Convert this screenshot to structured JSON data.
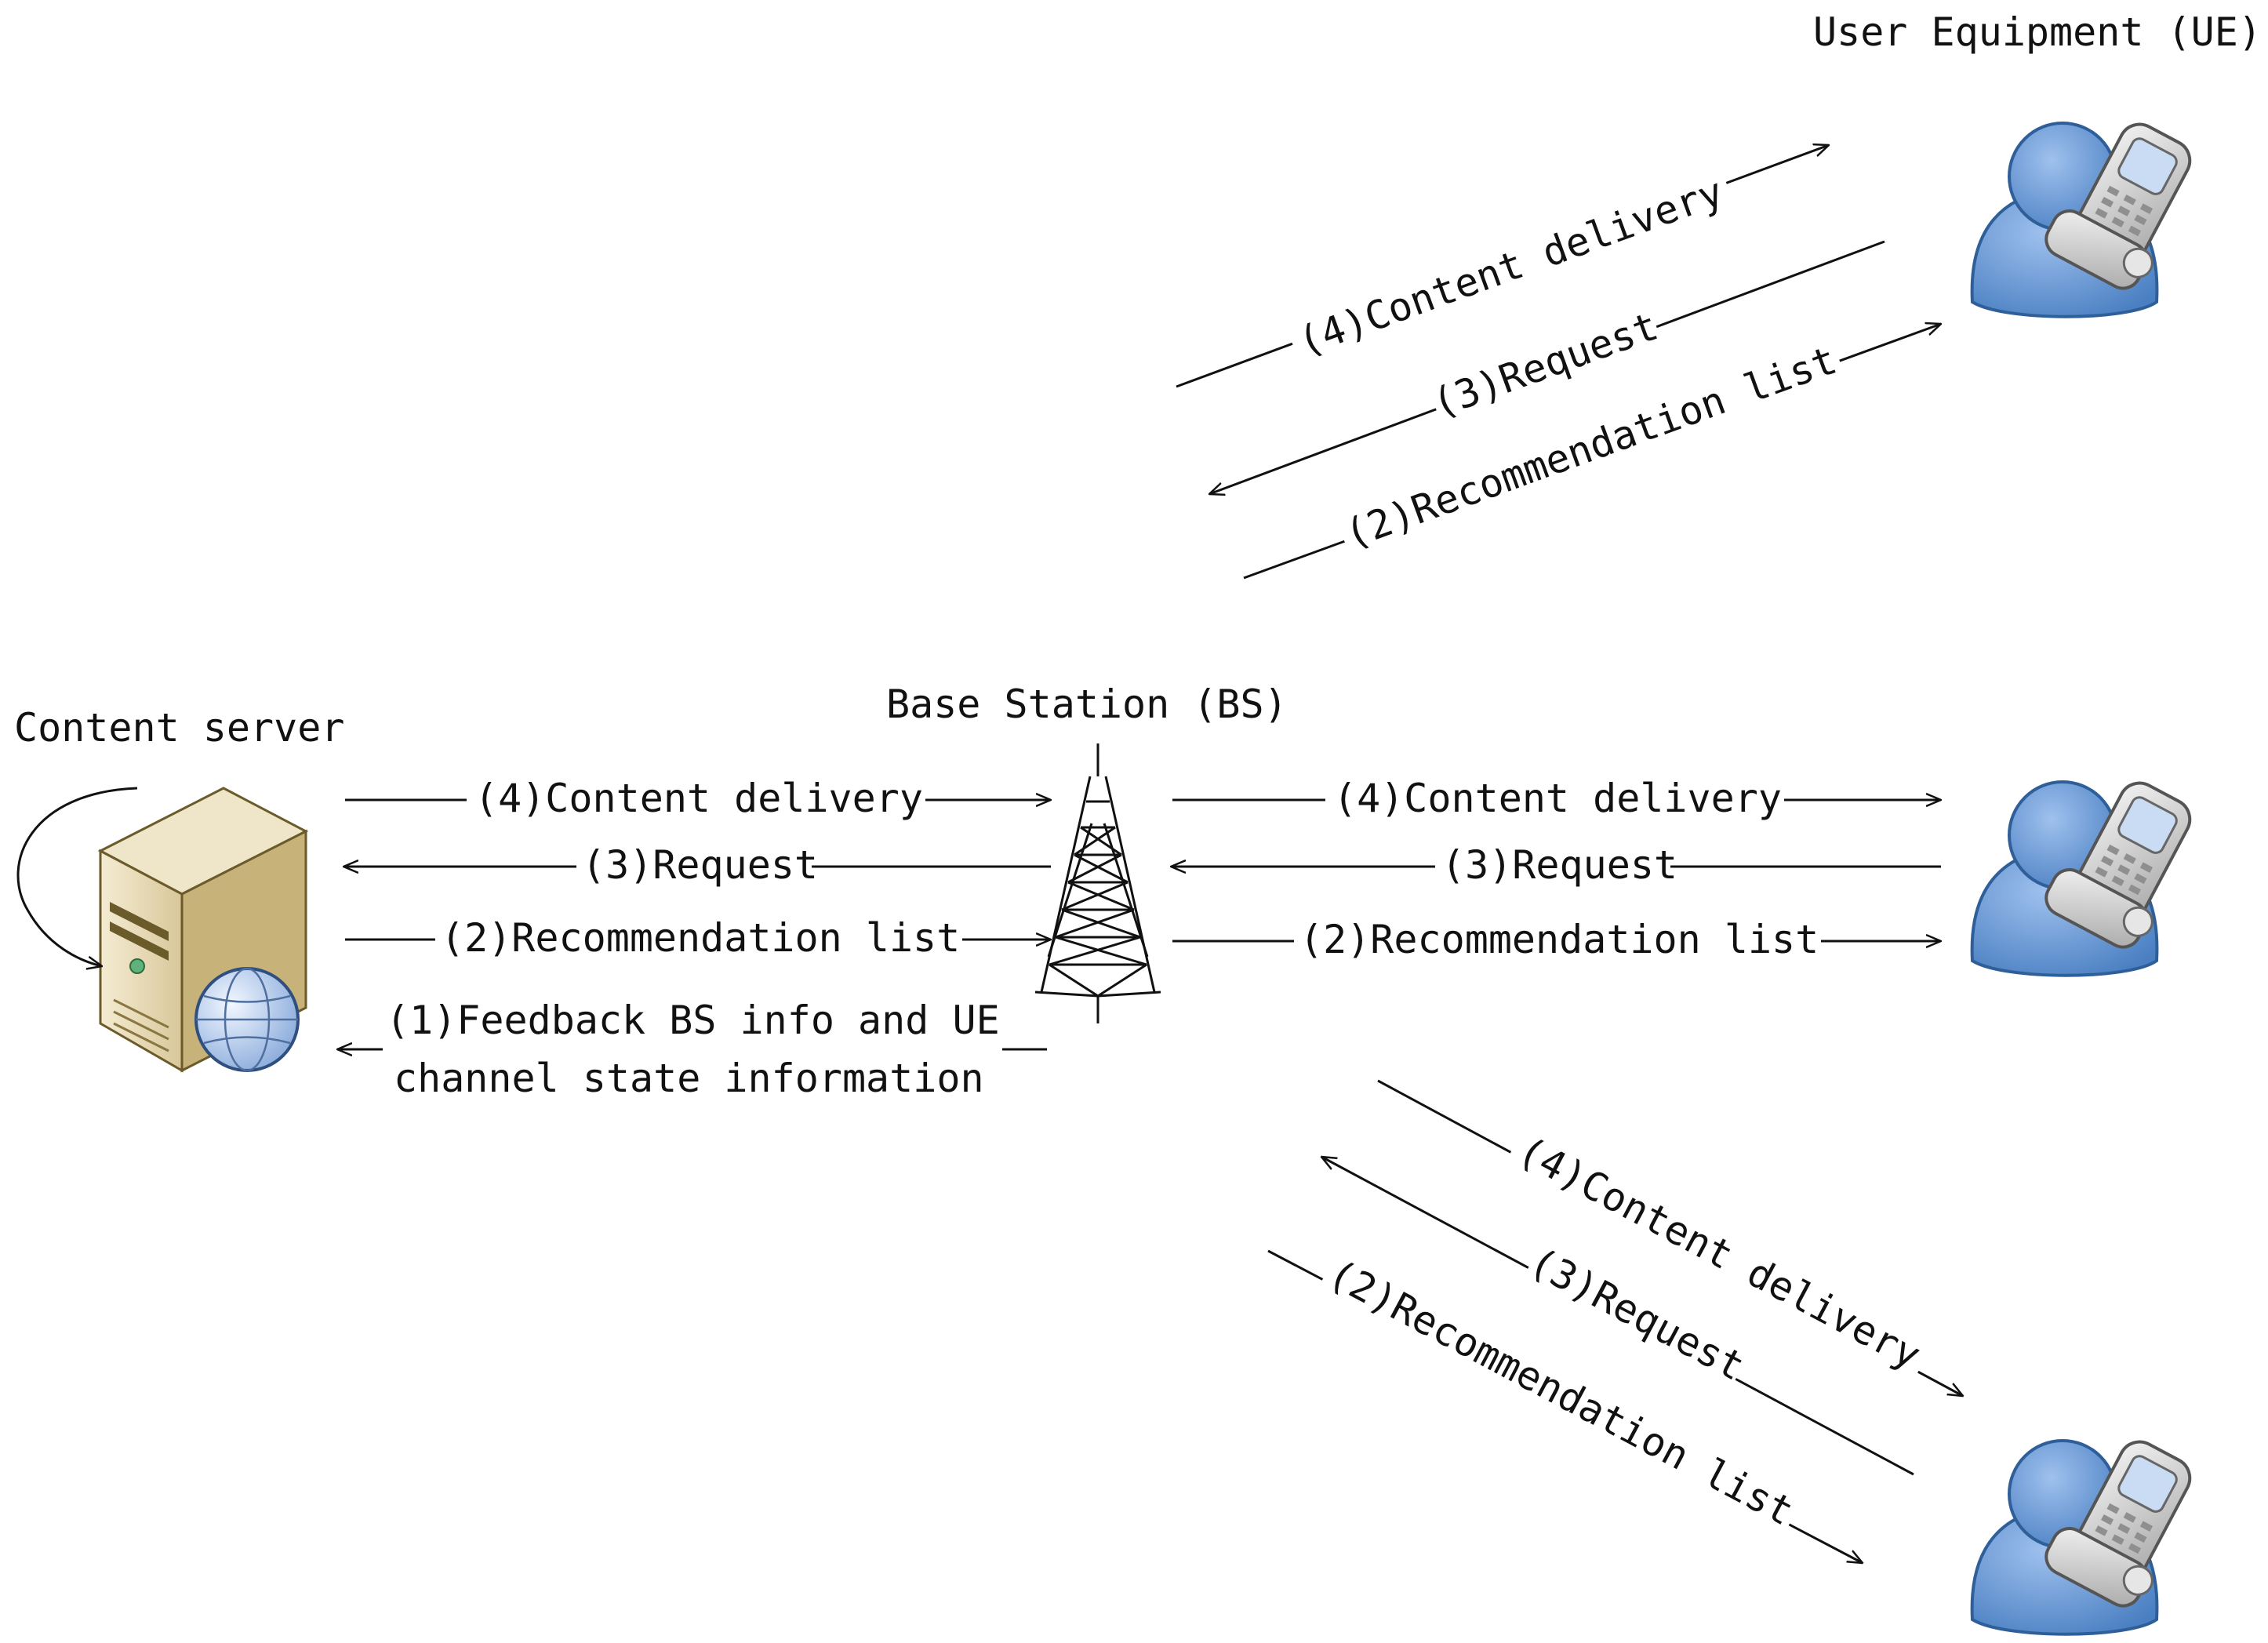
{
  "nodes": {
    "content_server": "Content server",
    "base_station": "Base Station (BS)",
    "user_equipment": "User Equipment (UE)"
  },
  "links": {
    "server_bs": {
      "content_delivery": "(4)Content delivery",
      "request": "(3)Request",
      "recommendation_list": "(2)Recommendation list",
      "feedback_line1": "(1)Feedback BS info and UE",
      "feedback_line2": "channel state information"
    },
    "bs_ue_top": {
      "content_delivery": "(4)Content delivery",
      "request": "(3)Request",
      "recommendation_list": "(2)Recommendation list"
    },
    "bs_ue_middle": {
      "content_delivery": "(4)Content delivery",
      "request": "(3)Request",
      "recommendation_list": "(2)Recommendation list"
    },
    "bs_ue_bottom": {
      "content_delivery": "(4)Content delivery",
      "request": "(3)Request",
      "recommendation_list": "(2)Recommendation list"
    }
  },
  "colors": {
    "user_body": "#5b8fcf",
    "user_outline": "#2f5f99",
    "phone_body": "#cfcfcf",
    "phone_screen": "#c9dcf3",
    "server_body": "#e6d9b0",
    "server_side": "#c7b27a",
    "globe": "#a9c4ea",
    "line": "#111111"
  }
}
